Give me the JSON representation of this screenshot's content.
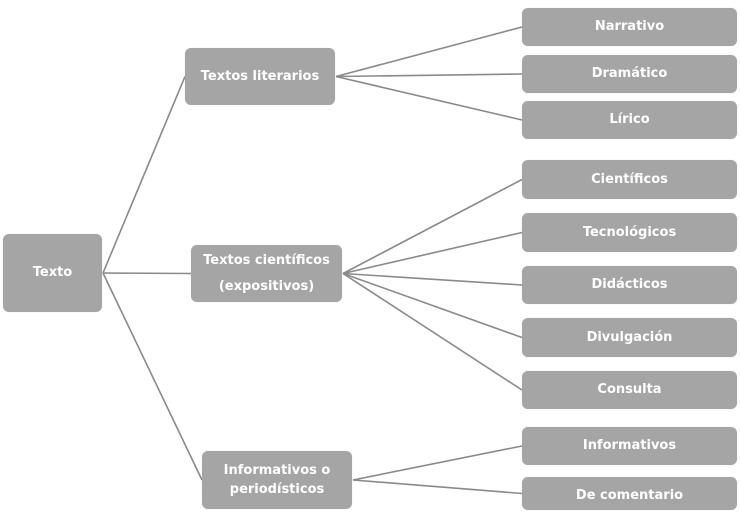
{
  "diagram": {
    "type": "tree",
    "colors": {
      "node_fill": "#a5a5a5",
      "node_text": "#ffffff",
      "connector": "#8a8a8a",
      "background": "#ffffff"
    },
    "root": {
      "id": "texto",
      "label": "Texto"
    },
    "branches": [
      {
        "id": "literarios",
        "label": "Textos literarios",
        "children": [
          {
            "id": "narrativo",
            "label": "Narrativo"
          },
          {
            "id": "dramatico",
            "label": "Dramático"
          },
          {
            "id": "lirico",
            "label": "Lírico"
          }
        ]
      },
      {
        "id": "cientificos",
        "label_line1": "Textos científicos",
        "label_line2": "(expositivos)",
        "children": [
          {
            "id": "cientificos-leaf",
            "label": "Científicos"
          },
          {
            "id": "tecnologicos",
            "label": "Tecnológicos"
          },
          {
            "id": "didacticos",
            "label": "Didácticos"
          },
          {
            "id": "divulgacion",
            "label": "Divulgación"
          },
          {
            "id": "consulta",
            "label": "Consulta"
          }
        ]
      },
      {
        "id": "informativos",
        "label_line1": "Informativos o",
        "label_line2": "periodísticos",
        "children": [
          {
            "id": "informativos-leaf",
            "label": "Informativos"
          },
          {
            "id": "comentario",
            "label": "De comentario"
          }
        ]
      }
    ]
  }
}
